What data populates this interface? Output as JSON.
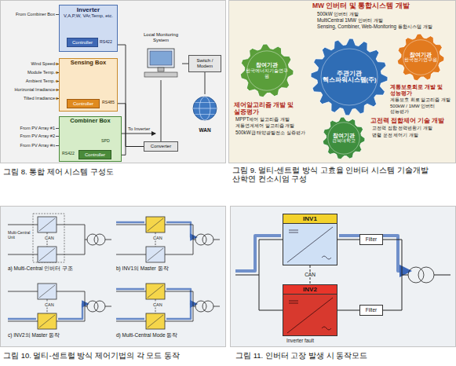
{
  "diagram": {
    "nodes": [
      {
        "text": [
          "Inverter",
          "V,A,P,W, VAr,Temp, etc."
        ]
      },
      {
        "text": [
          "Controller"
        ],
        "in": 0
      },
      {
        "text": [
          "Sensing Box"
        ]
      },
      {
        "text": [
          "Controller"
        ],
        "in": 2
      },
      {
        "text": [
          "Combiner Box"
        ]
      },
      {
        "text": [
          "Controller"
        ],
        "in": 4
      },
      {
        "text": [
          "Converter"
        ]
      },
      {
        "text": [
          "Local Monitoring System"
        ]
      },
      {
        "text": [
          "Switch / Modem"
        ]
      },
      {
        "text": [
          "WAN"
        ]
      },
      {
        "text": [
          "주관기관",
          "헥스파워시스템(주)"
        ]
      },
      {
        "text": [
          "참여기관",
          "한국에너지기술연구원"
        ]
      },
      {
        "text": [
          "참여기관",
          "한국전기연구원"
        ]
      },
      {
        "text": [
          "참여기관",
          "경북대학교"
        ]
      },
      {
        "text": [
          "INV1"
        ]
      },
      {
        "text": [
          "INV2"
        ]
      },
      {
        "text": [
          "Filter"
        ]
      },
      {
        "text": [
          "Filter"
        ]
      }
    ],
    "edges": [
      {
        "from": 0,
        "to": 6,
        "arrow": "none"
      },
      {
        "from": 2,
        "to": 6,
        "arrow": "none"
      },
      {
        "from": 4,
        "to": 6,
        "arrow": "none"
      },
      {
        "from": 6,
        "to": 7,
        "arrow": "none"
      },
      {
        "from": 7,
        "to": 8,
        "arrow": "none"
      },
      {
        "from": 8,
        "to": 9,
        "arrow": "none"
      },
      {
        "from": 14,
        "to": 15,
        "label": "CAN",
        "arrow": "none"
      },
      {
        "from": 14,
        "to": 16,
        "arrow": "none"
      },
      {
        "from": 15,
        "to": 17,
        "arrow": "none"
      }
    ],
    "labels": [
      "From Combiner Box",
      "RS422",
      "Wind Speed",
      "Module Temp.",
      "Ambient Temp.",
      "Horizontal Irradiance",
      "Tilted Irradiance",
      "RS485",
      "From PV Array #1",
      "From PV Array #2",
      "From PV Array #n",
      "SPD",
      "RS422",
      "To Inverter",
      "그림 8. 통합 제어 시스템 구성도",
      "MW 인버터 및 통합시스템 개발",
      "500kW 인버터 개발",
      "MultiCentral 1MW 인버터 개발",
      "Sensing, Combiner, Web-Monitoring 통합시스템 개발",
      "제어알고리즘 개발 및 실증평가",
      "MPPT제어 알고리즘 개발",
      "계통연계제어 알고리즘 개발",
      "500kW급 태양광발전소 실증평가",
      "계통보호회로 개발 및 성능평가",
      "계통보호 회로 알고리즘 개발",
      "500kW / 1MW 인버터 성능평가",
      "고전력 접합제어 기술 개발",
      "고전력 접합 전력변환기 개발",
      "병렬 운전 제어기 개발",
      "그림 9. 멀티-센트럴 방식 고효율 인버터 시스템 기술개발 산학연 컨소시엄 구성",
      "Multi-Central Unit",
      "CAN",
      "CAN",
      "CAN",
      "CAN",
      "a) Multi-Central 인버터 구조",
      "b) INV1의 Master 동작",
      "c) INV2의 Master 동작",
      "d) Multi-Central Mode 동작",
      "그림 10. 멀티-센트럴 방식 제어기법의 각 모드 동작",
      "Inverter fault",
      "그림 11. 인버터 고장 발생 시 동작모드"
    ]
  }
}
